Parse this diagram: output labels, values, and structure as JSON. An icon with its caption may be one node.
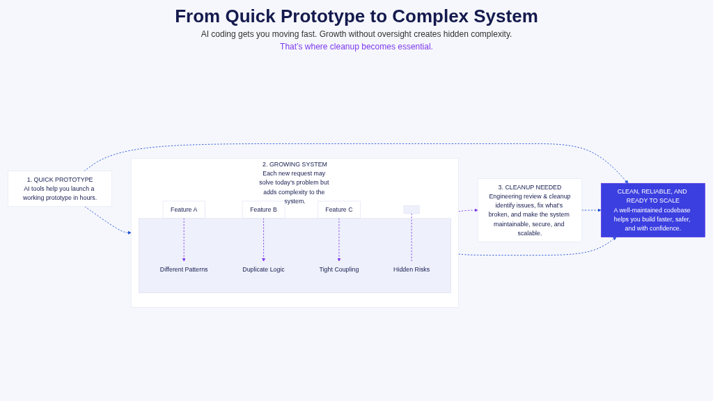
{
  "diagram": {
    "title": "From Quick Prototype to Complex System",
    "nodes": [
      {
        "text": [
          "1. QUICK PROTOTYPE",
          "AI tools help you launch a working prototype in hours."
        ]
      },
      {
        "text": [
          "2. GROWING SYSTEM",
          "Each new request may solve today’s problem but adds complexity to the system."
        ]
      },
      {
        "text": [
          "Feature A"
        ],
        "in": 1
      },
      {
        "text": [
          "Feature B"
        ],
        "in": 1
      },
      {
        "text": [
          "Feature C"
        ],
        "in": 1
      },
      {
        "text": [],
        "shape": "box",
        "in": 1
      },
      {
        "text": [],
        "shape": "box",
        "in": 1
      },
      {
        "text": [
          "Different Patterns"
        ],
        "in": 6
      },
      {
        "text": [
          "Duplicate Logic"
        ],
        "in": 6
      },
      {
        "text": [
          "Tight Coupling"
        ],
        "in": 6
      },
      {
        "text": [
          "Hidden Risks"
        ],
        "in": 6
      },
      {
        "text": [
          "3. CLEANUP NEEDED",
          "Engineering review & cleanup",
          "identify issues, fix what’s broken, and make the system maintainable, secure, and scalable."
        ]
      },
      {
        "text": [
          "CLEAN, RELIABLE, AND READY TO SCALE",
          "A well-maintained codebase helps you build faster, safer, and with confidence."
        ]
      }
    ],
    "edges": [
      {
        "from": 0,
        "to": 1,
        "arrow": "to",
        "style": "dashed",
        "color": "#1d4ed8"
      },
      {
        "from": 2,
        "to": 7,
        "arrow": "to",
        "style": "dashed",
        "color": "#7c3aed"
      },
      {
        "from": 3,
        "to": 8,
        "arrow": "to",
        "style": "dashed",
        "color": "#7c3aed"
      },
      {
        "from": 4,
        "to": 9,
        "arrow": "to",
        "style": "dashed",
        "color": "#7c3aed"
      },
      {
        "from": 5,
        "to": 10,
        "arrow": "none",
        "style": "dashed",
        "color": "#7c3aed"
      },
      {
        "from": 1,
        "to": 11,
        "arrow": "to",
        "style": "dashed",
        "color": "#7c3aed"
      },
      {
        "from": 0,
        "to": 12,
        "arrow": "to",
        "style": "dashed",
        "color": "#1d4ed8"
      },
      {
        "from": 1,
        "to": 12,
        "arrow": "to",
        "style": "dashed",
        "color": "#1d4ed8"
      },
      {
        "from": 11,
        "to": 12,
        "arrow": "to",
        "style": "dashed",
        "color": "#1d4ed8"
      }
    ],
    "labels": [
      "AI coding gets you moving fast. Growth without oversight creates hidden complexity.",
      "That’s where cleanup becomes essential."
    ]
  }
}
